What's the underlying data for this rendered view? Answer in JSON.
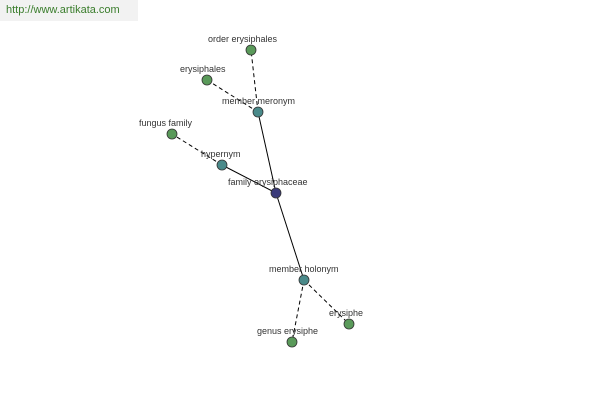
{
  "watermark": "http://www.artikata.com",
  "colors": {
    "leaf": "#5a9a5a",
    "relation": "#4a8a8a",
    "center": "#3a3a7a",
    "edge": "#000000",
    "outline": "#333333"
  },
  "graph": {
    "nodes": [
      {
        "id": "family",
        "label": "family erysiphaceae",
        "kind": "center"
      },
      {
        "id": "member_meronym",
        "label": "member meronym",
        "kind": "relation"
      },
      {
        "id": "hypernym",
        "label": "hypernym",
        "kind": "relation"
      },
      {
        "id": "member_holonym",
        "label": "member holonym",
        "kind": "relation"
      },
      {
        "id": "order",
        "label": "order erysiphales",
        "kind": "leaf"
      },
      {
        "id": "erysiphales",
        "label": "erysiphales",
        "kind": "leaf"
      },
      {
        "id": "fungus_family",
        "label": "fungus family",
        "kind": "leaf"
      },
      {
        "id": "erysiphe",
        "label": "erysiphe",
        "kind": "leaf"
      },
      {
        "id": "genus",
        "label": "genus erysiphe",
        "kind": "leaf"
      }
    ],
    "edges": [
      {
        "from": "family",
        "to": "member_meronym",
        "style": "solid"
      },
      {
        "from": "family",
        "to": "hypernym",
        "style": "solid"
      },
      {
        "from": "family",
        "to": "member_holonym",
        "style": "solid"
      },
      {
        "from": "member_meronym",
        "to": "order",
        "style": "dashed"
      },
      {
        "from": "member_meronym",
        "to": "erysiphales",
        "style": "dashed"
      },
      {
        "from": "hypernym",
        "to": "fungus_family",
        "style": "dashed"
      },
      {
        "from": "member_holonym",
        "to": "erysiphe",
        "style": "dashed"
      },
      {
        "from": "member_holonym",
        "to": "genus",
        "style": "dashed"
      }
    ]
  }
}
